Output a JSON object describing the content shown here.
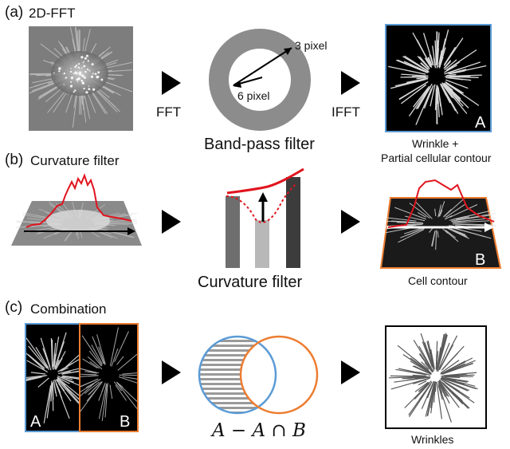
{
  "rows": [
    {
      "panel": "(a)",
      "title": "2D-FFT",
      "step1": "FFT",
      "step2": "IFFT",
      "filter_caption": "Band-pass filter",
      "radius_outer": "3 pixel",
      "radius_inner": "6 pixel",
      "result_letter": "A",
      "result_caption_1": "Wrinkle +",
      "result_caption_2": "Partial cellular contour"
    },
    {
      "panel": "(b)",
      "title": "Curvature filter",
      "filter_caption": "Curvature filter",
      "result_letter": "B",
      "result_caption": "Cell contour"
    },
    {
      "panel": "(c)",
      "title": "Combination",
      "letter_a": "A",
      "letter_b": "B",
      "formula": "A − A ∩ B",
      "result_caption": "Wrinkles"
    }
  ],
  "colors": {
    "arrow": "#000000",
    "blue_frame": "#5b9bd5",
    "orange_frame": "#ed7d31",
    "red_profile": "#e0141e"
  }
}
